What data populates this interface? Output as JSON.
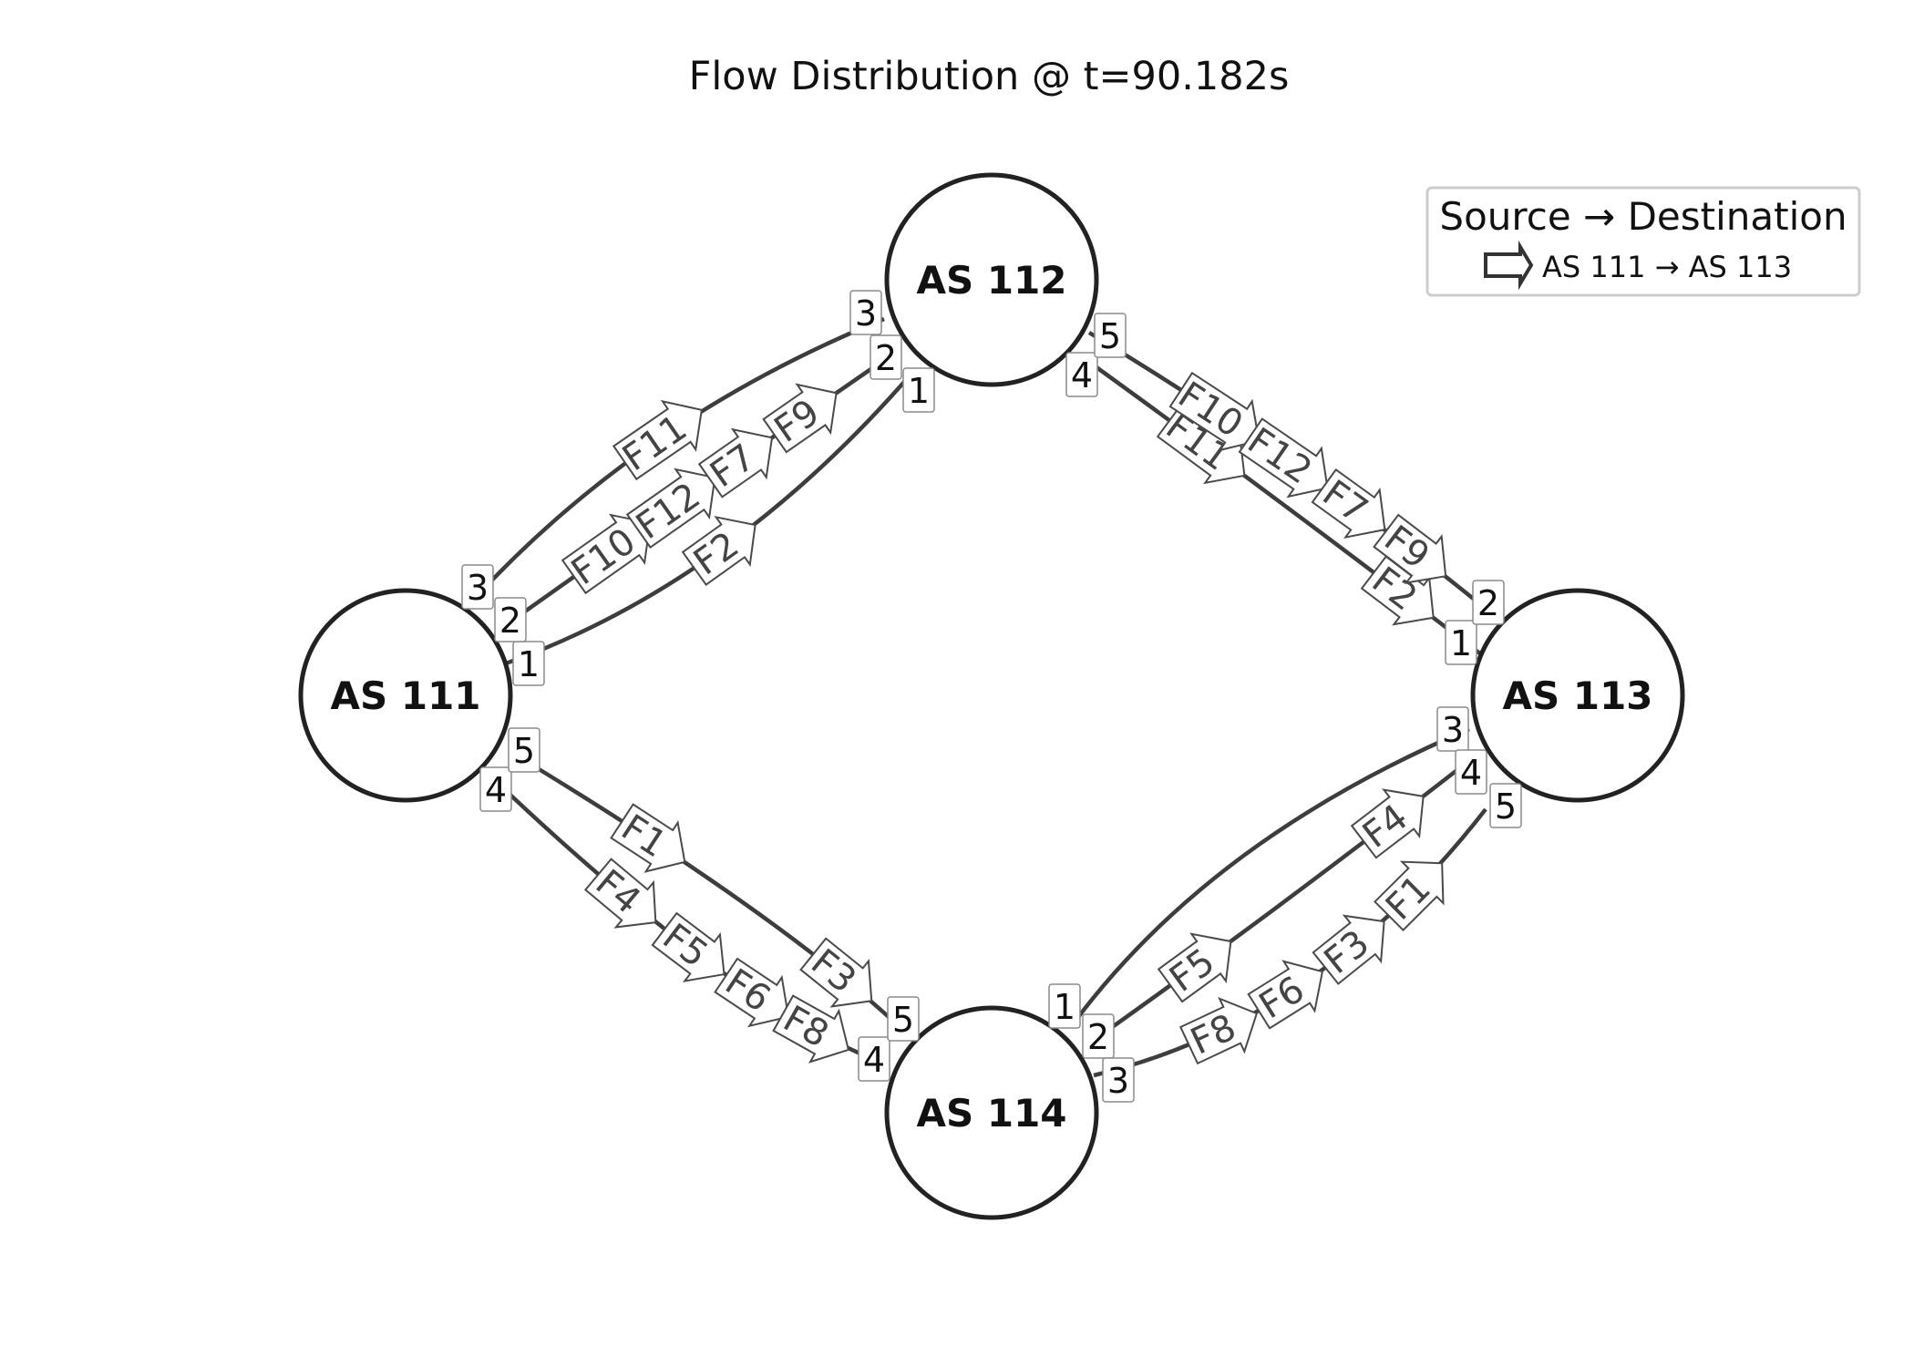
{
  "title": "Flow Distribution @ t=90.182s",
  "legend": {
    "title": "Source → Destination",
    "entry": "AS 111 → AS 113"
  },
  "nodes": [
    {
      "id": "n111",
      "label": "AS 111"
    },
    {
      "id": "n112",
      "label": "AS 112"
    },
    {
      "id": "n113",
      "label": "AS 113"
    },
    {
      "id": "n114",
      "label": "AS 114"
    }
  ],
  "links": [
    {
      "from": "n111",
      "to": "n112",
      "from_port": "1",
      "to_port": "1"
    },
    {
      "from": "n111",
      "to": "n112",
      "from_port": "2",
      "to_port": "2"
    },
    {
      "from": "n111",
      "to": "n112",
      "from_port": "3",
      "to_port": "3"
    },
    {
      "from": "n112",
      "to": "n113",
      "from_port": "4",
      "to_port": "1"
    },
    {
      "from": "n112",
      "to": "n113",
      "from_port": "5",
      "to_port": "2"
    },
    {
      "from": "n111",
      "to": "n114",
      "from_port": "4",
      "to_port": "4"
    },
    {
      "from": "n111",
      "to": "n114",
      "from_port": "5",
      "to_port": "5"
    },
    {
      "from": "n114",
      "to": "n113",
      "from_port": "1",
      "to_port": "3"
    },
    {
      "from": "n114",
      "to": "n113",
      "from_port": "2",
      "to_port": "4"
    },
    {
      "from": "n114",
      "to": "n113",
      "from_port": "3",
      "to_port": "5"
    }
  ],
  "flows": [
    {
      "label": "F2",
      "link": 0
    },
    {
      "label": "F10",
      "link": 1
    },
    {
      "label": "F12",
      "link": 1
    },
    {
      "label": "F7",
      "link": 1
    },
    {
      "label": "F9",
      "link": 1
    },
    {
      "label": "F11",
      "link": 2
    },
    {
      "label": "F11",
      "link": 3
    },
    {
      "label": "F2",
      "link": 3
    },
    {
      "label": "F10",
      "link": 4
    },
    {
      "label": "F12",
      "link": 4
    },
    {
      "label": "F7",
      "link": 4
    },
    {
      "label": "F9",
      "link": 4
    },
    {
      "label": "F4",
      "link": 5
    },
    {
      "label": "F5",
      "link": 5
    },
    {
      "label": "F6",
      "link": 5
    },
    {
      "label": "F8",
      "link": 5
    },
    {
      "label": "F1",
      "link": 6
    },
    {
      "label": "F3",
      "link": 6
    },
    {
      "label": "F5",
      "link": 8
    },
    {
      "label": "F4",
      "link": 8
    },
    {
      "label": "F8",
      "link": 9
    },
    {
      "label": "F6",
      "link": 9
    },
    {
      "label": "F3",
      "link": 9
    },
    {
      "label": "F1",
      "link": 9
    }
  ]
}
